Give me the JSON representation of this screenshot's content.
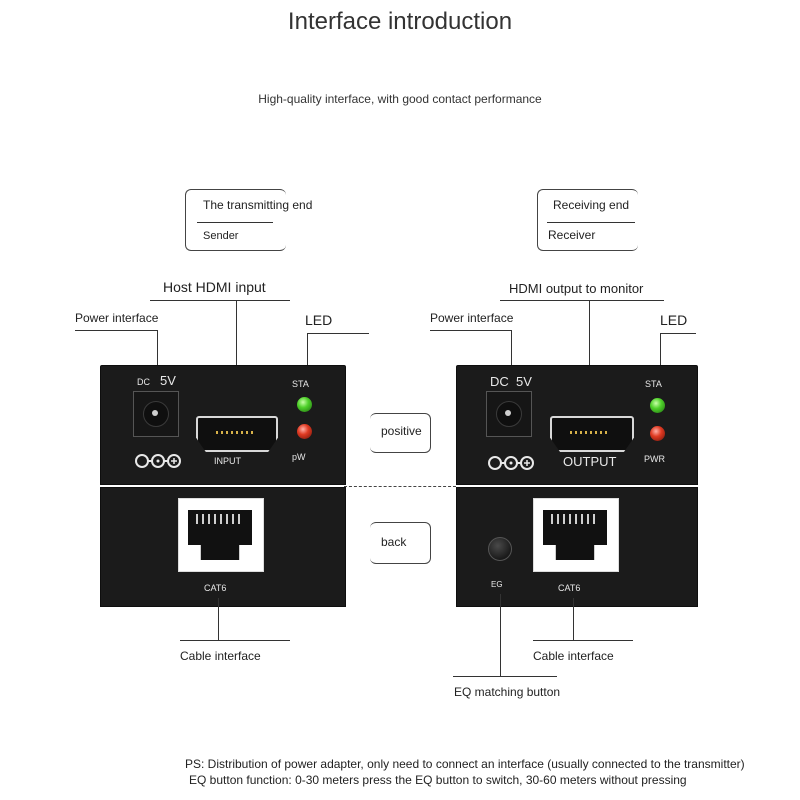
{
  "title": "Interface introduction",
  "subtitle": "High-quality interface, with good contact performance",
  "sender": {
    "role_label": "The transmitting end",
    "role_sub": "Sender",
    "hdmi_label": "Host HDMI input",
    "power_label": "Power interface",
    "led_label": "LED",
    "dc_text": "DC",
    "voltage_text": "5V",
    "hdmi_port_text": "INPUT",
    "sta_text": "STA",
    "pw_text": "pW",
    "cat_text": "CAT6",
    "cable_label": "Cable interface"
  },
  "receiver": {
    "role_label": "Receiving end",
    "role_sub": "Receiver",
    "hdmi_label": "HDMI output to monitor",
    "power_label": "Power interface",
    "led_label": "LED",
    "dc_text": "DC",
    "voltage_text": "5V",
    "hdmi_port_text": "OUTPUT",
    "sta_text": "STA",
    "pw_text": "PWR",
    "eg_text": "EG",
    "cat_text": "CAT6",
    "cable_label": "Cable interface",
    "eq_label": "EQ matching button"
  },
  "middle": {
    "positive_label": "positive",
    "back_label": "back"
  },
  "notes": [
    "PS: Distribution of power adapter, only need to connect an interface (usually connected to the transmitter)",
    "EQ button function: 0-30 meters press the EQ button to switch, 30-60 meters without pressing"
  ],
  "colors": {
    "device_body": "#1b1b1b",
    "led_green": "#4fd12a",
    "led_red": "#e03a22",
    "hdmi_pins": "#d7b24a"
  }
}
